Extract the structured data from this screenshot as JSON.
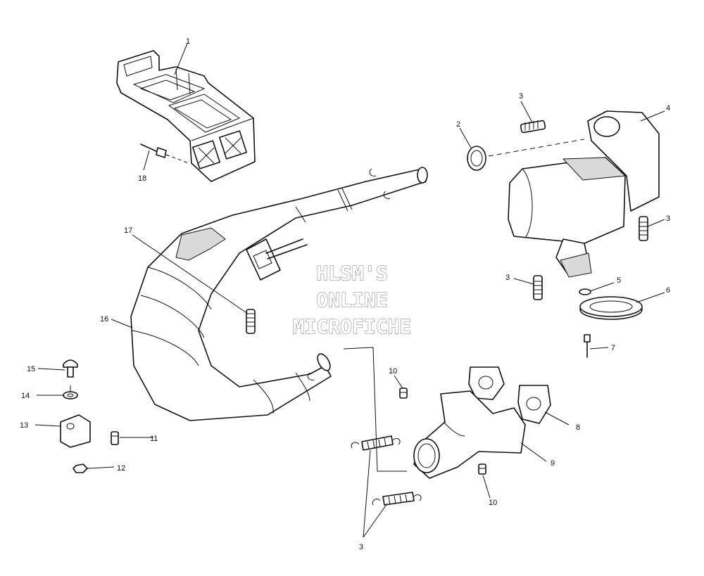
{
  "watermark": {
    "line1": "HLSM'S",
    "line2": "ONLINE",
    "line3": "MICROFICHE"
  },
  "callouts": {
    "c1": "1",
    "c2": "2",
    "c3a": "3",
    "c3b": "3",
    "c3c": "3",
    "c3d": "3",
    "c4": "4",
    "c5": "5",
    "c6": "6",
    "c7": "7",
    "c8": "8",
    "c9": "9",
    "c10a": "10",
    "c10b": "10",
    "c11": "11",
    "c12": "12",
    "c13": "13",
    "c14": "14",
    "c15": "15",
    "c16": "16",
    "c17": "17",
    "c18": "18"
  }
}
